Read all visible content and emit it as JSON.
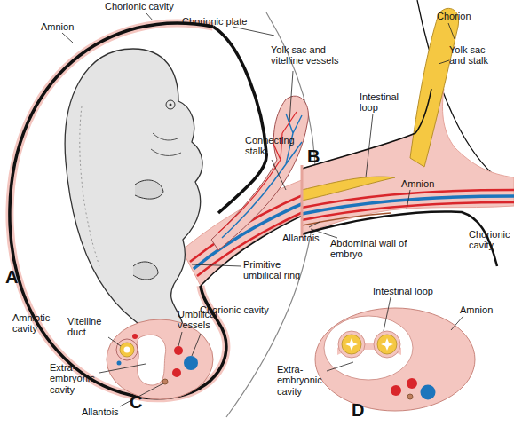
{
  "diagram": {
    "labels": [
      "Chorionic cavity",
      "Amnion",
      "Chorionic plate",
      "Yolk sac and vitelline vessels",
      "Chorion",
      "Yolk sac and stalk",
      "Connecting stalk",
      "Intestinal loop",
      "Amnion",
      "Allantois",
      "Abdominal wall of embryo",
      "Chorionic cavity",
      "A",
      "Amniotic cavity",
      "Primitive umbilical ring",
      "Chorionic cavity",
      "B",
      "Vitelline duct",
      "Umbilical vessels",
      "Extra-embryonic cavity",
      "Allantois",
      "C",
      "Intestinal loop",
      "Amnion",
      "Extra-embryonic cavity",
      "D"
    ]
  }
}
